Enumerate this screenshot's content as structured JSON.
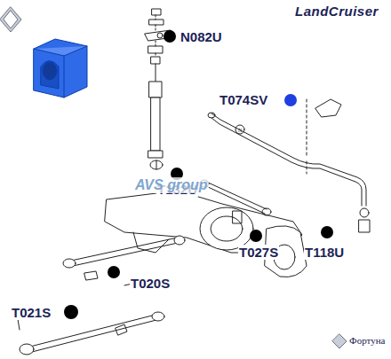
{
  "diagram": {
    "labels": [
      "LandCruiser",
      "N082U",
      "T074SV",
      "T132U",
      "T118U",
      "T027S",
      "T020S",
      "T021S",
      "AVS group",
      "Фортуна"
    ]
  }
}
